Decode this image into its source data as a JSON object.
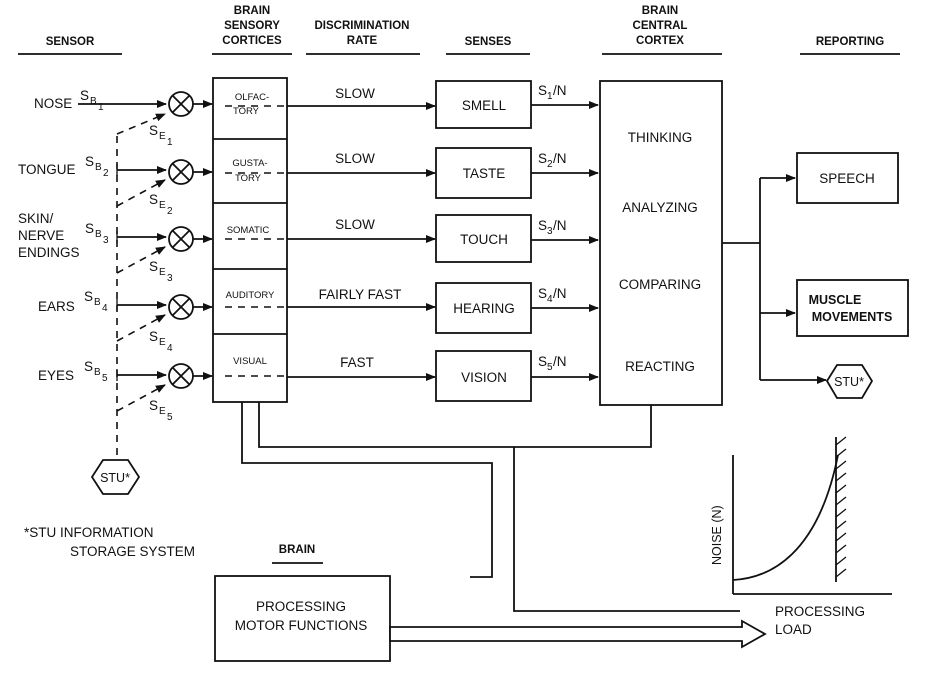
{
  "headers": {
    "sensor": "SENSOR",
    "cortices": [
      "BRAIN",
      "SENSORY",
      "CORTICES"
    ],
    "discrimination": [
      "DISCRIMINATION",
      "RATE"
    ],
    "senses": "SENSES",
    "central": [
      "BRAIN",
      "CENTRAL",
      "CORTEX"
    ],
    "reporting": "REPORTING"
  },
  "sensors": {
    "nose": "NOSE",
    "tongue": "TONGUE",
    "skin": [
      "SKIN/",
      "NERVE",
      "ENDINGS"
    ],
    "ears": "EARS",
    "eyes": "EYES"
  },
  "sb_main": "S",
  "sb_sub": "B",
  "se_main": "S",
  "se_sub": "E",
  "s_main": "S",
  "n_suffix": "/N",
  "indices": [
    "1",
    "2",
    "3",
    "4",
    "5"
  ],
  "cortices": {
    "olfactory": [
      "OLFAC-",
      "TORY"
    ],
    "gustatory": [
      "GUSTA-",
      "TORY"
    ],
    "somatic": "SOMATIC",
    "auditory": "AUDITORY",
    "visual": "VISUAL"
  },
  "rates": [
    "SLOW",
    "SLOW",
    "SLOW",
    "FAIRLY FAST",
    "FAST"
  ],
  "senses": [
    "SMELL",
    "TASTE",
    "TOUCH",
    "HEARING",
    "VISION"
  ],
  "central_activities": [
    "THINKING",
    "ANALYZING",
    "COMPARING",
    "REACTING"
  ],
  "reporting": {
    "speech": "SPEECH",
    "muscle": [
      "MUSCLE",
      "MOVEMENTS"
    ],
    "stu": "STU*"
  },
  "stu_label": "STU*",
  "footnote": [
    "*STU  INFORMATION",
    "STORAGE SYSTEM"
  ],
  "brain_label": "BRAIN",
  "processing_box": [
    "PROCESSING",
    "MOTOR FUNCTIONS"
  ],
  "processing_load": [
    "PROCESSING",
    "LOAD"
  ],
  "noise_axis": "NOISE (N)"
}
